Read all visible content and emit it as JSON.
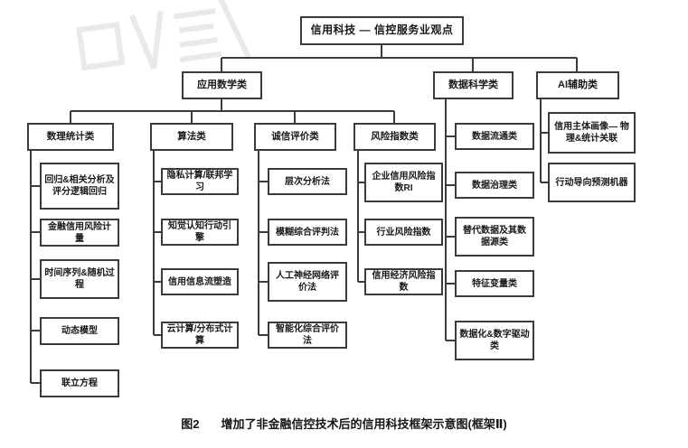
{
  "nodes": {
    "root": "信用科技 — 信控服务业观点",
    "applied_math": "应用数学类",
    "data_science": "数据科学类",
    "ai_assist": "AI辅助类",
    "math_stats": "数理统计类",
    "algorithms": "算法类",
    "integrity_eval": "诚信评价类",
    "risk_index": "风险指数类",
    "regression": "回归&相关分析及评分逻辑回归",
    "fin_credit_risk": "金融信用风险计量",
    "time_series": "时间序列&随机过程",
    "dynamic_model": "动态模型",
    "simultaneous_eq": "联立方程",
    "privacy_compute": "隐私计算/联邦学习",
    "perception_engine": "知觉认知行动引擎",
    "credit_info_flow": "信用信息流塑造",
    "cloud_compute": "云计算/分布式计算",
    "ahp": "层次分析法",
    "fuzzy_eval": "模糊综合评判法",
    "ann_eval": "人工神经网络评价法",
    "smart_eval": "智能化综合评价法",
    "enterprise_ri": "企业信用风险指数RI",
    "industry_ri": "行业风险指数",
    "credit_econ_ri": "信用经济风险指数",
    "data_circulation": "数据流通类",
    "data_governance": "数据治理类",
    "alt_data": "替代数据及其数据源类",
    "feature_vars": "特征变量类",
    "data_driven": "数据化&数字驱动类",
    "credit_portrait": "信用主体画像— 物理&统计关联",
    "action_predict": "行动导向预测机器"
  },
  "caption": {
    "prefix": "图2",
    "text": "增加了非金融信控技术后的信用科技框架示意图(框架Ⅱ)"
  },
  "colors": {
    "line": "#3b3b3b",
    "text": "#181818",
    "background": "#ffffff",
    "watermark": "#e9e9e9"
  },
  "hierarchy": {
    "root": "信用科技 — 信控服务业观点",
    "children": [
      {
        "label": "应用数学类",
        "children": [
          {
            "label": "数理统计类",
            "children": [
              "回归&相关分析及评分逻辑回归",
              "金融信用风险计量",
              "时间序列&随机过程",
              "动态模型",
              "联立方程"
            ]
          },
          {
            "label": "算法类",
            "children": [
              "隐私计算/联邦学习",
              "知觉认知行动引擎",
              "信用信息流塑造",
              "云计算/分布式计算"
            ]
          },
          {
            "label": "诚信评价类",
            "children": [
              "层次分析法",
              "模糊综合评判法",
              "人工神经网络评价法",
              "智能化综合评价法"
            ]
          },
          {
            "label": "风险指数类",
            "children": [
              "企业信用风险指数RI",
              "行业风险指数",
              "信用经济风险指数"
            ]
          }
        ]
      },
      {
        "label": "数据科学类",
        "children": [
          "数据流通类",
          "数据治理类",
          "替代数据及其数据源类",
          "特征变量类",
          "数据化&数字驱动类"
        ]
      },
      {
        "label": "AI辅助类",
        "children": [
          "信用主体画像—物理&统计关联",
          "行动导向预测机器"
        ]
      }
    ]
  }
}
